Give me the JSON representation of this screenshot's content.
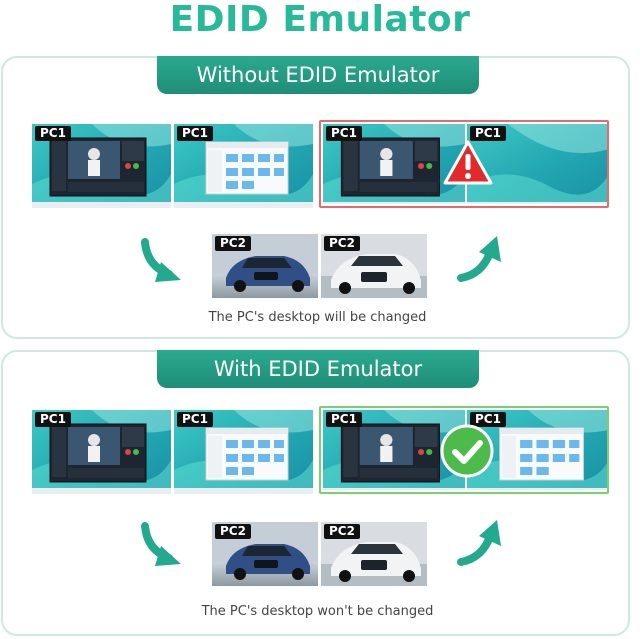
{
  "title": "EDID Emulator",
  "top_panel": {
    "heading": "Without EDID Emulator",
    "caption": "The PC's desktop will be changed"
  },
  "bottom_panel": {
    "heading": "With EDID Emulator",
    "caption": "The PC's desktop won't be changed"
  },
  "labels": {
    "pc1": "PC1",
    "pc2": "PC2"
  },
  "colors": {
    "brand_green": "#27b99a",
    "heading_bg": "#1f8d77",
    "warning_red": "#e12b2b",
    "ok_green": "#4dbb4a"
  },
  "icons": [
    "warning-icon",
    "check-icon",
    "arrow-down-icon",
    "arrow-up-icon"
  ]
}
